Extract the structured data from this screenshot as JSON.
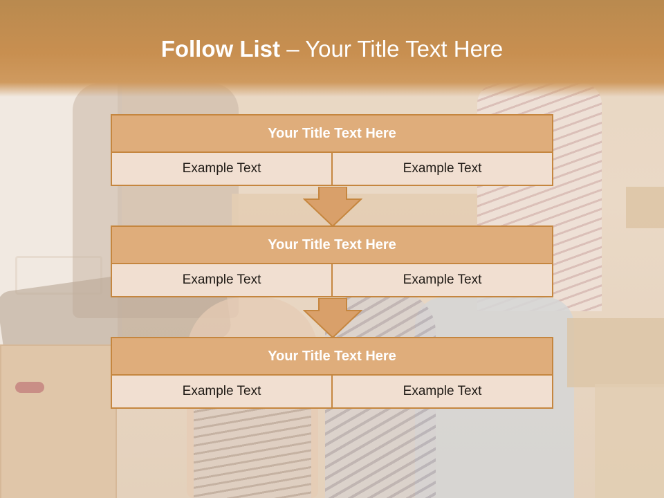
{
  "slide": {
    "title_bold": "Follow List",
    "title_rest": " – Your Title Text Here"
  },
  "blocks": [
    {
      "title": "Your Title Text Here",
      "left": "Example Text",
      "right": "Example Text"
    },
    {
      "title": "Your Title Text Here",
      "left": "Example Text",
      "right": "Example Text"
    },
    {
      "title": "Your Title Text Here",
      "left": "Example Text",
      "right": "Example Text"
    }
  ],
  "colors": {
    "header": "#c88f50",
    "block_title": "#dfad7b",
    "block_border": "#c5863f",
    "cell": "#f1dfd1",
    "arrow": "#d9a06a"
  },
  "icons": [
    "down-arrow-icon",
    "down-arrow-icon"
  ]
}
